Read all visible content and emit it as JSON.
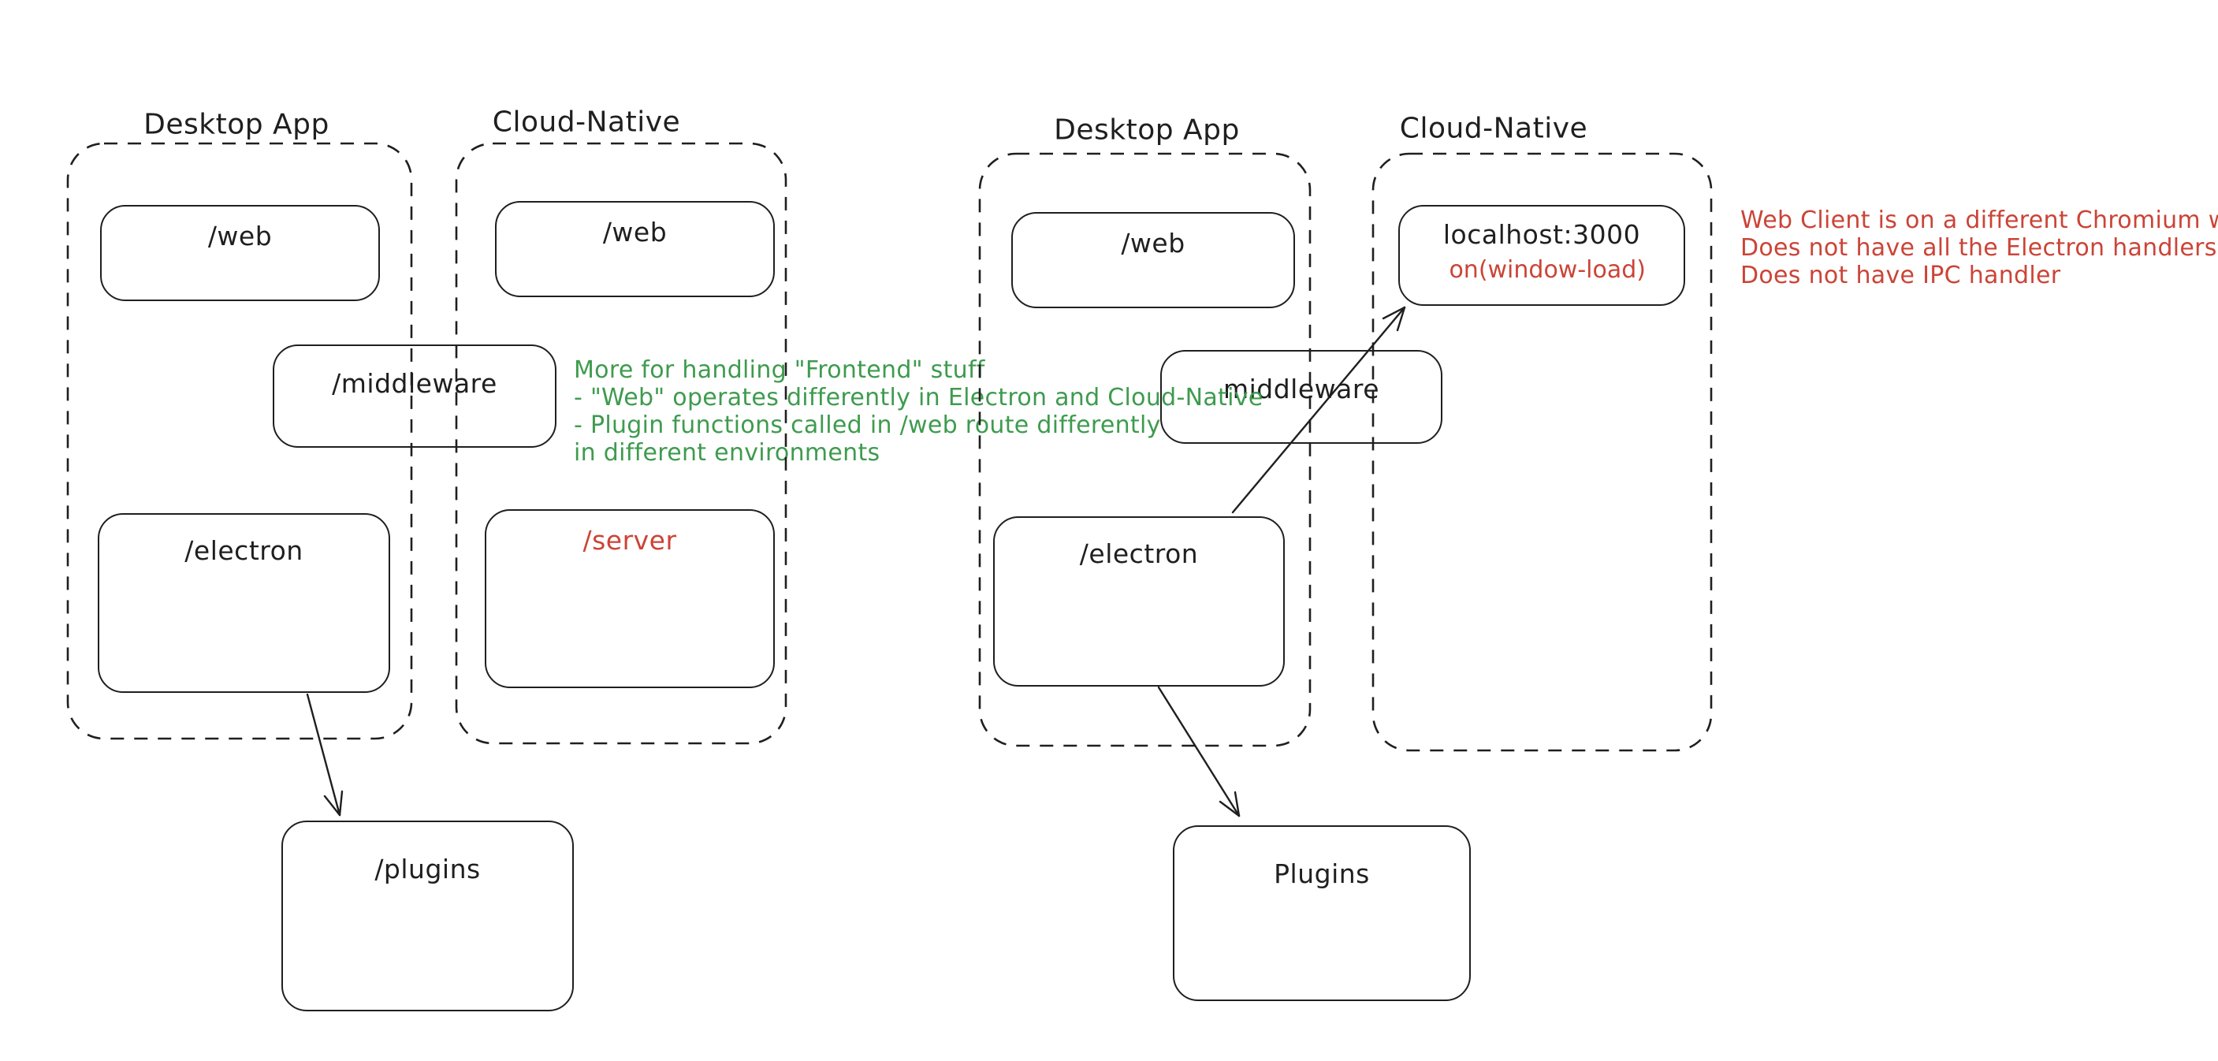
{
  "colors": {
    "ink": "#1f1f1f",
    "red": "#cb4437",
    "green": "#3e9b4e",
    "background": "#ffffff"
  },
  "left": {
    "desktop_label": "Desktop App",
    "cloud_label": "Cloud-Native",
    "web_desktop": "/web",
    "web_cloud": "/web",
    "middleware": "/middleware",
    "electron": "/electron",
    "server": "/server",
    "plugins": "/plugins",
    "note_lines": [
      "More for handling \"Frontend\" stuff",
      "- \"Web\" operates differently in Electron and Cloud-Native",
      "- Plugin functions called in /web route differently",
      "in different environments"
    ]
  },
  "right": {
    "desktop_label": "Desktop App",
    "cloud_label": "Cloud-Native",
    "web_desktop": "/web",
    "localhost": "localhost:3000",
    "on_window_load": "on(window-load)",
    "middleware": "middleware",
    "electron": "/electron",
    "plugins": "Plugins",
    "note_lines": [
      "Web Client is on a different Chromium window",
      "Does not have all the Electron handlers",
      "Does not have IPC handler"
    ]
  }
}
